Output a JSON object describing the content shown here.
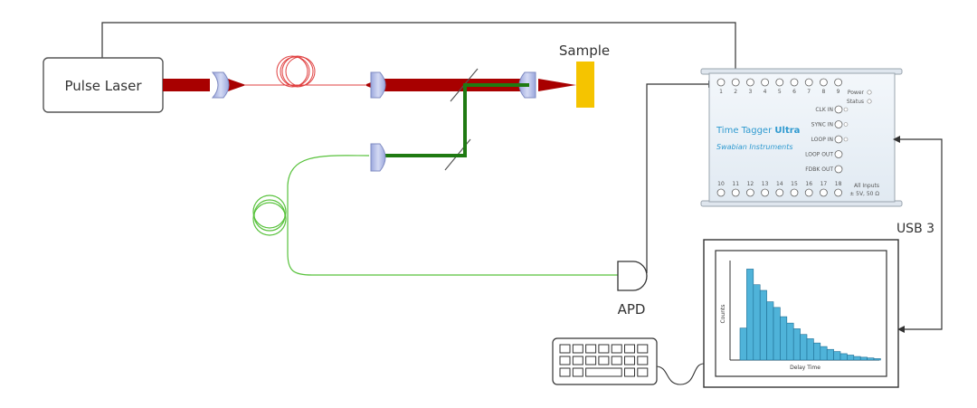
{
  "labels": {
    "laser": "Pulse Laser",
    "sample": "Sample",
    "detector": "APD",
    "usb": "USB 3"
  },
  "time_tagger": {
    "brand_line1_a": "Time Tagger",
    "brand_line1_b": "Ultra",
    "brand_line2": "Swabian Instruments",
    "top_ports": [
      "1",
      "2",
      "3",
      "4",
      "5",
      "6",
      "7",
      "8",
      "9"
    ],
    "bottom_ports": [
      "10",
      "11",
      "12",
      "13",
      "14",
      "15",
      "16",
      "17",
      "18"
    ],
    "power": "Power",
    "status": "Status",
    "ports": [
      "CLK IN",
      "SYNC IN",
      "LOOP IN",
      "LOOP OUT",
      "FDBK OUT"
    ],
    "all_inputs_line1": "All Inputs",
    "all_inputs_line2": "± 5V, 50 Ω"
  },
  "chart_data": {
    "type": "bar",
    "xlabel": "Delay Time",
    "ylabel": "Counts",
    "values": [
      45,
      128,
      106,
      98,
      82,
      74,
      61,
      52,
      44,
      36,
      30,
      24,
      19,
      15,
      12,
      9,
      7,
      5,
      4,
      3,
      2
    ],
    "ylim": [
      0,
      140
    ],
    "color": "#4fb3d9"
  },
  "colors": {
    "laser_beam": "#a80000",
    "green_beam": "#1f7a12",
    "fiber_green": "#58c23c",
    "fiber_red": "#e04040",
    "lens": "#b9c2e8",
    "sample": "#f5c400",
    "device_body": "#eef4fa"
  }
}
